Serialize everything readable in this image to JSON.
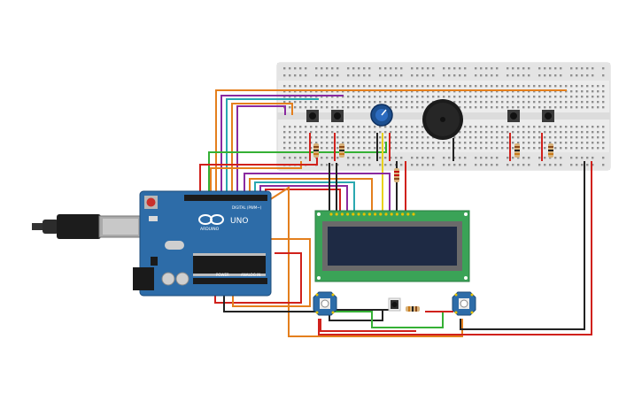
{
  "arduino": {
    "brand": "ARDUINO",
    "model": "UNO",
    "digital_label": "DIGITAL (PWM~)",
    "power_label": "POWER",
    "analog_label": "ANALOG IN"
  },
  "components": {
    "breadboard": "breadboard",
    "lcd": "lcd-16x2",
    "potentiometer": "potentiometer",
    "buzzer": "piezo-buzzer",
    "buttons": [
      "pushbutton-1",
      "pushbutton-2",
      "pushbutton-3",
      "pushbutton-4",
      "pushbutton-5"
    ],
    "neopixels": [
      "neopixel-1",
      "neopixel-2"
    ]
  },
  "colors": {
    "board": "#2d6ca8",
    "breadboard": "#ededed",
    "lcd_pcb": "#3aa357",
    "lcd_screen": "#1e2a44",
    "wire_orange": "#e47f1d",
    "wire_purple": "#8a2aa0",
    "wire_red": "#d0211c",
    "wire_black": "#222222",
    "wire_green": "#35b035",
    "wire_yellow": "#e8d21b",
    "wire_teal": "#2aa8b0"
  }
}
